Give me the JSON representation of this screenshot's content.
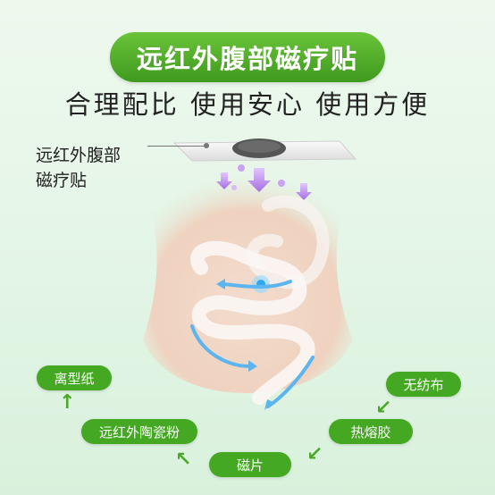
{
  "title": "远红外腹部磁疗贴",
  "subtitle": "合理配比  使用安心  使用方便",
  "patch_label": [
    "远红外腹部",
    "磁疗贴"
  ],
  "layers": {
    "release_paper": "离型纸",
    "far_infrared_ceramic": "远红外陶瓷粉",
    "magnet": "磁片",
    "hot_melt": "热熔胶",
    "nonwoven": "无纺布"
  },
  "colors": {
    "accent_green": "#45a823",
    "arrow_purple": "#b586e6",
    "flow_blue": "#5db5f0"
  },
  "icons": [
    "arrow-up-icon",
    "arrow-down-left-icon",
    "arrow-up-left-icon"
  ]
}
